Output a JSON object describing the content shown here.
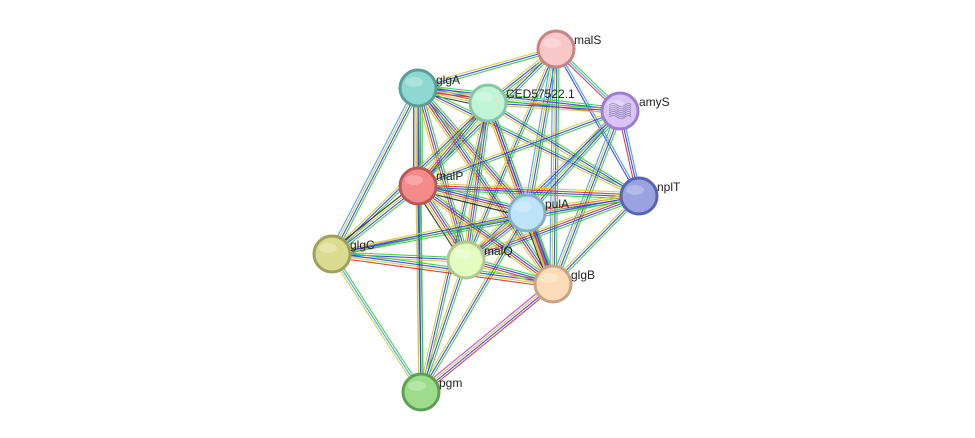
{
  "network": {
    "nodes": [
      {
        "id": "malS",
        "label": "malS",
        "fill": "#f8c8c8",
        "stroke": "#c88484"
      },
      {
        "id": "amyS",
        "label": "amyS",
        "fill": "#d9c4f5",
        "stroke": "#9c7fd0",
        "has_structure": true
      },
      {
        "id": "glgA",
        "label": "glgA",
        "fill": "#8fd8d2",
        "stroke": "#5a9e98"
      },
      {
        "id": "CED57522.1",
        "label": "CED57522.1",
        "fill": "#bdf5d5",
        "stroke": "#8ac4a4"
      },
      {
        "id": "nplT",
        "label": "nplT",
        "fill": "#9aa2e0",
        "stroke": "#5a64b0"
      },
      {
        "id": "malP",
        "label": "malP",
        "fill": "#f48a8a",
        "stroke": "#b85858"
      },
      {
        "id": "pulA",
        "label": "pulA",
        "fill": "#bee3f8",
        "stroke": "#86b0c8"
      },
      {
        "id": "glgC",
        "label": "glgC",
        "fill": "#dcdc90",
        "stroke": "#a0a05a"
      },
      {
        "id": "malQ",
        "label": "malQ",
        "fill": "#e4fcc0",
        "stroke": "#b0c890"
      },
      {
        "id": "glgB",
        "label": "glgB",
        "fill": "#fcdcb8",
        "stroke": "#c8a484"
      },
      {
        "id": "pgm",
        "label": "pgm",
        "fill": "#9cdc8c",
        "stroke": "#5fa055"
      }
    ],
    "edges": [
      {
        "source": "malS",
        "target": "glgA",
        "colors": [
          "#33cc33",
          "#3333ff",
          "#cccc33"
        ]
      },
      {
        "source": "malS",
        "target": "CED57522.1",
        "colors": [
          "#33cc33",
          "#3333ff",
          "#cccc33"
        ]
      },
      {
        "source": "malS",
        "target": "amyS",
        "colors": [
          "#33cc33",
          "#3399ff",
          "#cc3333"
        ]
      },
      {
        "source": "malS",
        "target": "nplT",
        "colors": [
          "#3399ff",
          "#3333ff"
        ]
      },
      {
        "source": "malS",
        "target": "malP",
        "colors": [
          "#33cc33",
          "#3333ff",
          "#cccc33"
        ]
      },
      {
        "source": "malS",
        "target": "pulA",
        "colors": [
          "#33cc33",
          "#3333ff",
          "#cccc33",
          "#3399ff"
        ]
      },
      {
        "source": "malS",
        "target": "malQ",
        "colors": [
          "#33cc33",
          "#3333ff",
          "#cccc33"
        ]
      },
      {
        "source": "malS",
        "target": "glgB",
        "colors": [
          "#33cc33",
          "#3333ff",
          "#cccc33",
          "#3399ff"
        ]
      },
      {
        "source": "glgA",
        "target": "CED57522.1",
        "colors": [
          "#33cc33",
          "#3333ff",
          "#cc3333",
          "#cccc33",
          "#222222"
        ]
      },
      {
        "source": "glgA",
        "target": "amyS",
        "colors": [
          "#33cc33",
          "#3333ff",
          "#cccc33",
          "#cc3333"
        ]
      },
      {
        "source": "glgA",
        "target": "nplT",
        "colors": [
          "#33cc33",
          "#3333ff",
          "#cccc33"
        ]
      },
      {
        "source": "glgA",
        "target": "malP",
        "colors": [
          "#33cc33",
          "#3333ff",
          "#cc3333",
          "#cccc33",
          "#222222"
        ]
      },
      {
        "source": "glgA",
        "target": "pulA",
        "colors": [
          "#33cc33",
          "#3333ff",
          "#cc3333",
          "#cccc33"
        ]
      },
      {
        "source": "glgA",
        "target": "glgC",
        "colors": [
          "#33cc33",
          "#3333ff",
          "#cccc33",
          "#3399ff"
        ]
      },
      {
        "source": "glgA",
        "target": "malQ",
        "colors": [
          "#33cc33",
          "#3333ff",
          "#cc3333",
          "#cccc33"
        ]
      },
      {
        "source": "glgA",
        "target": "glgB",
        "colors": [
          "#33cc33",
          "#3333ff",
          "#cc3333",
          "#cccc33"
        ]
      },
      {
        "source": "glgA",
        "target": "pgm",
        "colors": [
          "#33cc33",
          "#3333ff",
          "#cccc33"
        ]
      },
      {
        "source": "CED57522.1",
        "target": "amyS",
        "colors": [
          "#33cc33",
          "#3333ff",
          "#cccc33"
        ]
      },
      {
        "source": "CED57522.1",
        "target": "nplT",
        "colors": [
          "#33cc33",
          "#3333ff",
          "#cccc33"
        ]
      },
      {
        "source": "CED57522.1",
        "target": "malP",
        "colors": [
          "#33cc33",
          "#3333ff",
          "#cc3333",
          "#cccc33"
        ]
      },
      {
        "source": "CED57522.1",
        "target": "pulA",
        "colors": [
          "#33cc33",
          "#3333ff",
          "#cc3333",
          "#cccc33"
        ]
      },
      {
        "source": "CED57522.1",
        "target": "glgC",
        "colors": [
          "#33cc33",
          "#3333ff",
          "#cccc33"
        ]
      },
      {
        "source": "CED57522.1",
        "target": "malQ",
        "colors": [
          "#33cc33",
          "#3333ff",
          "#cc3333",
          "#cccc33"
        ]
      },
      {
        "source": "CED57522.1",
        "target": "glgB",
        "colors": [
          "#33cc33",
          "#3333ff",
          "#cc3333",
          "#cccc33"
        ]
      },
      {
        "source": "CED57522.1",
        "target": "pgm",
        "colors": [
          "#33cc33",
          "#3333ff",
          "#cccc33"
        ]
      },
      {
        "source": "amyS",
        "target": "nplT",
        "colors": [
          "#3399ff",
          "#3333ff",
          "#cc3333"
        ]
      },
      {
        "source": "amyS",
        "target": "malP",
        "colors": [
          "#33cc33",
          "#3333ff",
          "#cccc33"
        ]
      },
      {
        "source": "amyS",
        "target": "pulA",
        "colors": [
          "#33cc33",
          "#3333ff",
          "#cccc33",
          "#3399ff"
        ]
      },
      {
        "source": "amyS",
        "target": "malQ",
        "colors": [
          "#33cc33",
          "#3333ff",
          "#cccc33"
        ]
      },
      {
        "source": "amyS",
        "target": "glgB",
        "colors": [
          "#33cc33",
          "#3333ff",
          "#cccc33",
          "#3399ff"
        ]
      },
      {
        "source": "nplT",
        "target": "malP",
        "colors": [
          "#33cc33",
          "#3333ff",
          "#cc3333",
          "#cccc33"
        ]
      },
      {
        "source": "nplT",
        "target": "pulA",
        "colors": [
          "#33cc33",
          "#3333ff",
          "#cc3333",
          "#cccc33"
        ]
      },
      {
        "source": "nplT",
        "target": "malQ",
        "colors": [
          "#33cc33",
          "#3333ff",
          "#cc3333",
          "#cccc33"
        ]
      },
      {
        "source": "nplT",
        "target": "glgB",
        "colors": [
          "#33cc33",
          "#3333ff",
          "#cccc33"
        ]
      },
      {
        "source": "nplT",
        "target": "glgC",
        "colors": [
          "#33cc33",
          "#3333ff",
          "#cccc33"
        ]
      },
      {
        "source": "malP",
        "target": "pulA",
        "colors": [
          "#33cc33",
          "#3333ff",
          "#cc3333",
          "#cccc33",
          "#222222"
        ]
      },
      {
        "source": "malP",
        "target": "glgC",
        "colors": [
          "#33cc33",
          "#3333ff",
          "#cccc33",
          "#222222"
        ]
      },
      {
        "source": "malP",
        "target": "malQ",
        "colors": [
          "#33cc33",
          "#3333ff",
          "#cc3333",
          "#cccc33",
          "#222222"
        ]
      },
      {
        "source": "malP",
        "target": "glgB",
        "colors": [
          "#33cc33",
          "#3333ff",
          "#cc3333",
          "#cccc33"
        ]
      },
      {
        "source": "malP",
        "target": "pgm",
        "colors": [
          "#33cc33",
          "#3333ff",
          "#cccc33"
        ]
      },
      {
        "source": "pulA",
        "target": "glgC",
        "colors": [
          "#33cc33",
          "#3333ff",
          "#cccc33"
        ]
      },
      {
        "source": "pulA",
        "target": "malQ",
        "colors": [
          "#33cc33",
          "#3333ff",
          "#cc3333",
          "#cccc33"
        ]
      },
      {
        "source": "pulA",
        "target": "glgB",
        "colors": [
          "#33cc33",
          "#3333ff",
          "#cc3333",
          "#cccc33",
          "#222222"
        ]
      },
      {
        "source": "pulA",
        "target": "pgm",
        "colors": [
          "#33cc33",
          "#3333ff",
          "#cccc33"
        ]
      },
      {
        "source": "glgC",
        "target": "malQ",
        "colors": [
          "#33cc33",
          "#3333ff",
          "#cccc33"
        ]
      },
      {
        "source": "glgC",
        "target": "glgB",
        "colors": [
          "#33cc33",
          "#3333ff",
          "#cccc33",
          "#cc3333"
        ]
      },
      {
        "source": "glgC",
        "target": "pgm",
        "colors": [
          "#33cc33",
          "#3399ff",
          "#cccc33"
        ]
      },
      {
        "source": "malQ",
        "target": "glgB",
        "colors": [
          "#33cc33",
          "#3333ff",
          "#cc3333",
          "#cccc33"
        ]
      },
      {
        "source": "malQ",
        "target": "pgm",
        "colors": [
          "#33cc33",
          "#3333ff",
          "#cccc33"
        ]
      },
      {
        "source": "glgB",
        "target": "pgm",
        "colors": [
          "#cc3333",
          "#3333ff",
          "#cccc33",
          "#cc33cc"
        ]
      }
    ]
  }
}
